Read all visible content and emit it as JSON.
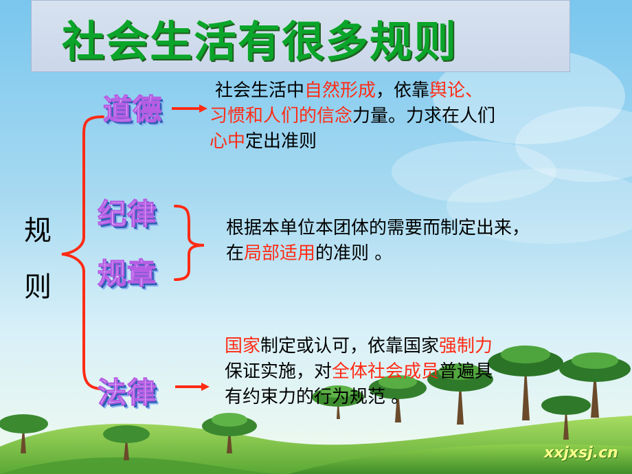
{
  "title": "社会生活有很多规则",
  "left": {
    "char1": "规",
    "char2": "则"
  },
  "terms": {
    "moral": "道德",
    "discipline": "纪律",
    "regulation": "规章",
    "law": "法律"
  },
  "descriptions": {
    "moral": {
      "l1_a": "社会生活中",
      "l1_b": "自然形成",
      "l1_c": "，依靠",
      "l1_d": "舆论、",
      "l2_a": "习惯和人们的信念",
      "l2_b": "力量。力求在人们",
      "l3_a": "心中",
      "l3_b": "定出准则"
    },
    "discipline": {
      "l1": "根据本单位本团体的需要而制定出来，",
      "l2_a": "在",
      "l2_b": "局部适用",
      "l2_c": "的准则 。"
    },
    "law": {
      "l1_a": "国家",
      "l1_b": "制定或认可，依靠国家",
      "l1_c": "强制力",
      "l2_a": "保证实施，对",
      "l2_b": "全体社会成员",
      "l2_c": "普遍具",
      "l3": "有约束力的行为规范 。"
    }
  },
  "watermark": "xxjxsj.cn",
  "colors": {
    "title_green": "#0aa52a",
    "highlight_red": "#ff2b14",
    "bracket_red": "#ff2b14",
    "sky": "#79c6ee"
  }
}
